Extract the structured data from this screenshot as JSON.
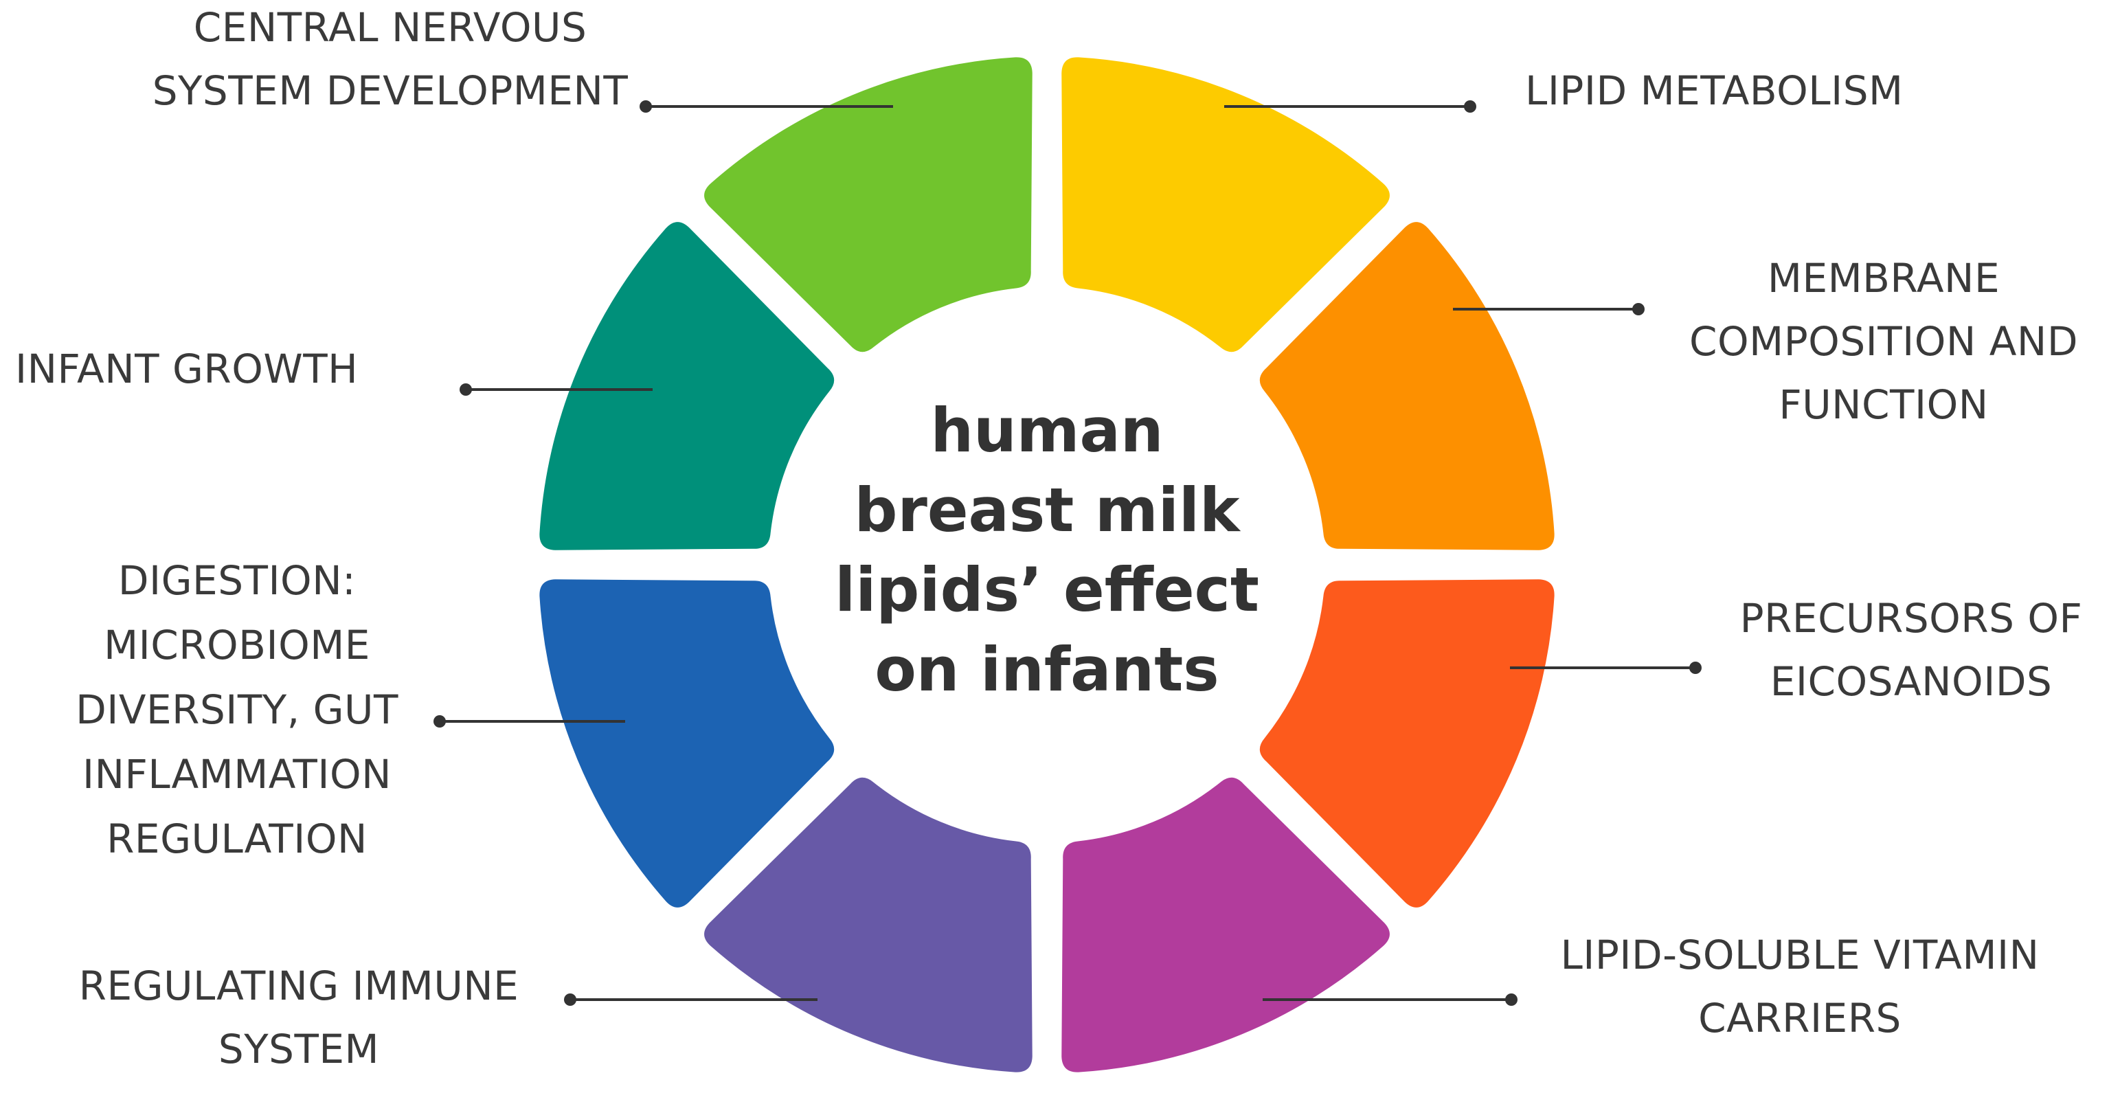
{
  "center_title": {
    "lines": [
      "human",
      "breast milk",
      "lipids’ effect",
      "on infants"
    ]
  },
  "segments": [
    {
      "id": "lipid-metabolism",
      "color": "#FDCB00",
      "label_lines": [
        "LIPID METABOLISM"
      ]
    },
    {
      "id": "membrane-composition",
      "color": "#FD9000",
      "label_lines": [
        "MEMBRANE",
        "COMPOSITION AND",
        "FUNCTION"
      ]
    },
    {
      "id": "precursors-eicosanoids",
      "color": "#FD5A1C",
      "label_lines": [
        "PRECURSORS OF",
        "EICOSANOIDS"
      ]
    },
    {
      "id": "vitamin-carriers",
      "color": "#B23C9C",
      "label_lines": [
        "LIPID-SOLUBLE VITAMIN",
        "CARRIERS"
      ]
    },
    {
      "id": "immune-system",
      "color": "#6759A7",
      "label_lines": [
        "REGULATING IMMUNE",
        "SYSTEM"
      ]
    },
    {
      "id": "digestion",
      "color": "#1C63B3",
      "label_lines": [
        "DIGESTION:",
        "MICROBIOME",
        "DIVERSITY, GUT",
        "INFLAMMATION",
        "REGULATION"
      ]
    },
    {
      "id": "infant-growth",
      "color": "#00907A",
      "label_lines": [
        "INFANT GROWTH"
      ]
    },
    {
      "id": "cns-development",
      "color": "#71C42D",
      "label_lines": [
        "CENTRAL NERVOUS",
        "SYSTEM DEVELOPMENT"
      ]
    }
  ]
}
